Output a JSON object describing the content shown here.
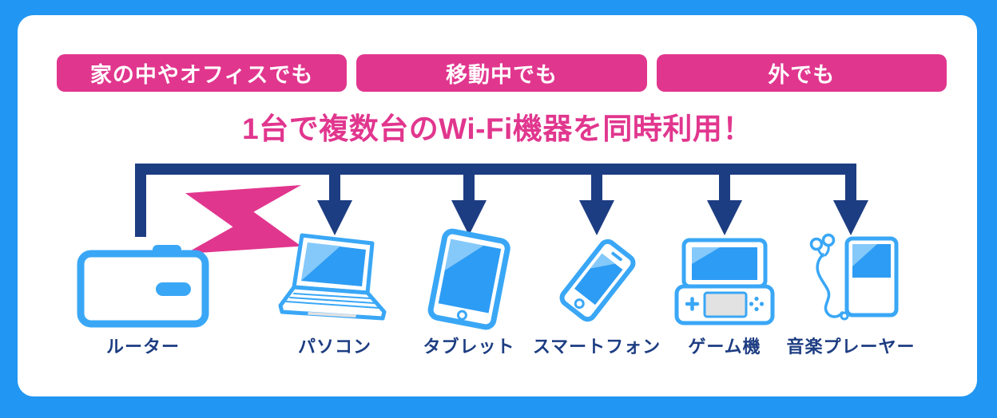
{
  "banners": [
    {
      "label": "家の中やオフィスでも"
    },
    {
      "label": "移動中でも"
    },
    {
      "label": "外でも"
    }
  ],
  "headline": "1台で複数台のWi-Fi機器を同時利用！",
  "devices": [
    {
      "label": "ルーター"
    },
    {
      "label": "パソコン"
    },
    {
      "label": "タブレット"
    },
    {
      "label": "スマートフォン"
    },
    {
      "label": "ゲーム機"
    },
    {
      "label": "音楽プレーヤー"
    }
  ],
  "colors": {
    "page_background": "#2196f3",
    "card_background": "#ffffff",
    "accent_pink": "#e1368e",
    "navy": "#1d3d82",
    "device_stroke_blue": "#3aa7f6",
    "device_screen_blue": "#2d9cf4",
    "device_highlight_blue": "#85c9fa"
  }
}
